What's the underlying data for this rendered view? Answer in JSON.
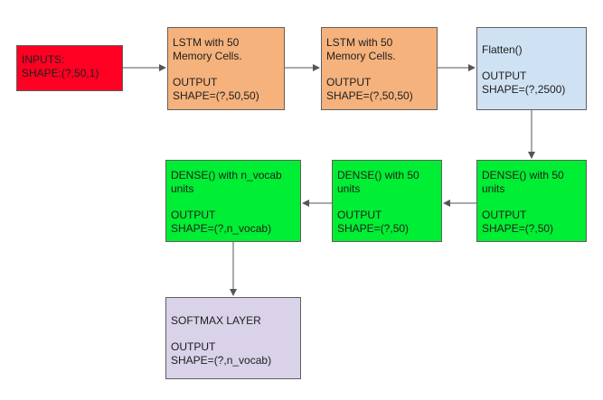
{
  "nodes": {
    "inputs": {
      "lines": [
        "INPUTS:",
        "SHAPE:(?,50,1)"
      ],
      "color": "#ff0022"
    },
    "lstm_1": {
      "lines": [
        "LSTM with 50",
        "Memory Cells."
      ],
      "output_lines": [
        "OUTPUT",
        "SHAPE=(?,50,50)"
      ],
      "color": "#f6b27c"
    },
    "lstm_2": {
      "lines": [
        "LSTM with 50",
        "Memory Cells."
      ],
      "output_lines": [
        "OUTPUT",
        "SHAPE=(?,50,50)"
      ],
      "color": "#f6b27c"
    },
    "flatten": {
      "lines": [
        "Flatten()"
      ],
      "output_lines": [
        "OUTPUT",
        "SHAPE=(?,2500)"
      ],
      "color": "#cfe2f3"
    },
    "dense_right": {
      "lines": [
        "DENSE() with 50",
        "units"
      ],
      "output_lines": [
        "OUTPUT",
        "SHAPE=(?,50)"
      ],
      "color": "#00ee33"
    },
    "dense_mid": {
      "lines": [
        "DENSE() with 50",
        "units"
      ],
      "output_lines": [
        "OUTPUT",
        "SHAPE=(?,50)"
      ],
      "color": "#00ee33"
    },
    "dense_left": {
      "lines": [
        "DENSE() with n_vocab",
        "units"
      ],
      "output_lines": [
        "OUTPUT",
        "SHAPE=(?,n_vocab)"
      ],
      "color": "#00ee33"
    },
    "softmax": {
      "lines": [
        "SOFTMAX LAYER"
      ],
      "output_lines": [
        "OUTPUT",
        "SHAPE=(?,n_vocab)"
      ],
      "color": "#d9d2e9"
    }
  },
  "edges": [
    {
      "from": "inputs",
      "to": "lstm_1"
    },
    {
      "from": "lstm_1",
      "to": "lstm_2"
    },
    {
      "from": "lstm_2",
      "to": "flatten"
    },
    {
      "from": "flatten",
      "to": "dense_right"
    },
    {
      "from": "dense_right",
      "to": "dense_mid"
    },
    {
      "from": "dense_mid",
      "to": "dense_left"
    },
    {
      "from": "dense_left",
      "to": "softmax"
    }
  ],
  "style": {
    "edge_color": "#555555",
    "border_color": "#5f5f5f"
  }
}
